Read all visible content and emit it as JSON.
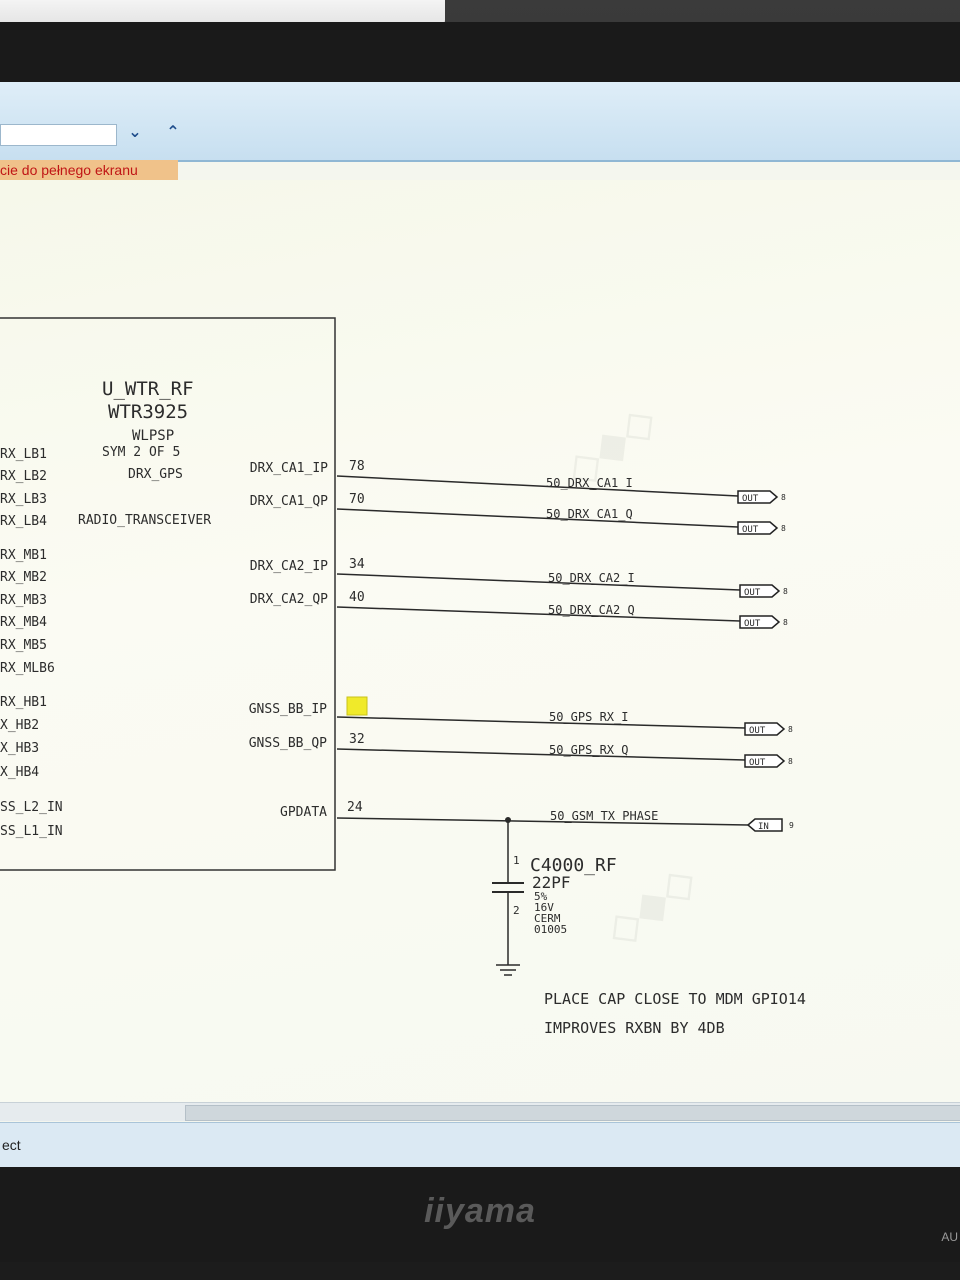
{
  "toolbar": {
    "fullscreen_hint": "cie do pełnego ekranu",
    "nav_down_symbol": "⌄",
    "nav_up_symbol": "⌃"
  },
  "component": {
    "refdes": "U_WTR_RF",
    "part": "WTR3925",
    "package": "WLPSP",
    "symbol": "SYM 2 OF 5",
    "group_label": "DRX_GPS",
    "function": "RADIO_TRANSCEIVER",
    "left_pins": [
      "RX_LB1",
      "RX_LB2",
      "RX_LB3",
      "RX_LB4",
      "RX_MB1",
      "RX_MB2",
      "RX_MB3",
      "RX_MB4",
      "RX_MB5",
      "RX_MLB6",
      "RX_HB1",
      "X_HB2",
      "X_HB3",
      "X_HB4",
      "SS_L2_IN",
      "SS_L1_IN"
    ],
    "right_pins": [
      {
        "name": "DRX_CA1_IP",
        "pin": "78",
        "net": "50_DRX_CA1_I",
        "port": "OUT",
        "sheet": "8"
      },
      {
        "name": "DRX_CA1_QP",
        "pin": "70",
        "net": "50_DRX_CA1_Q",
        "port": "OUT",
        "sheet": "8"
      },
      {
        "name": "DRX_CA2_IP",
        "pin": "34",
        "net": "50_DRX_CA2_I",
        "port": "OUT",
        "sheet": "8"
      },
      {
        "name": "DRX_CA2_QP",
        "pin": "40",
        "net": "50_DRX_CA2_Q",
        "port": "OUT",
        "sheet": "8"
      },
      {
        "name": "GNSS_BB_IP",
        "pin": "",
        "net": "50_GPS_RX_I",
        "port": "OUT",
        "sheet": "8"
      },
      {
        "name": "GNSS_BB_QP",
        "pin": "32",
        "net": "50_GPS_RX_Q",
        "port": "OUT",
        "sheet": "8"
      },
      {
        "name": "GPDATA",
        "pin": "24",
        "net": "50_GSM_TX_PHASE",
        "port": "IN",
        "sheet": "9"
      }
    ]
  },
  "capacitor": {
    "refdes": "C4000_RF",
    "value": "22PF",
    "tolerance": "5%",
    "voltage": "16V",
    "dielectric": "CERM",
    "size": "01005",
    "pin1": "1",
    "pin2": "2"
  },
  "note": {
    "line1": "PLACE CAP CLOSE TO MDM GPIO14",
    "line2": "IMPROVES RXBN BY 4DB"
  },
  "statusbar": {
    "text": "ect"
  },
  "monitor": {
    "brand": "iiyama",
    "corner_text": "AU"
  },
  "colors": {
    "highlight": "#f0ea2a",
    "wire": "#2a2a2a",
    "warning_text": "#c01616"
  }
}
